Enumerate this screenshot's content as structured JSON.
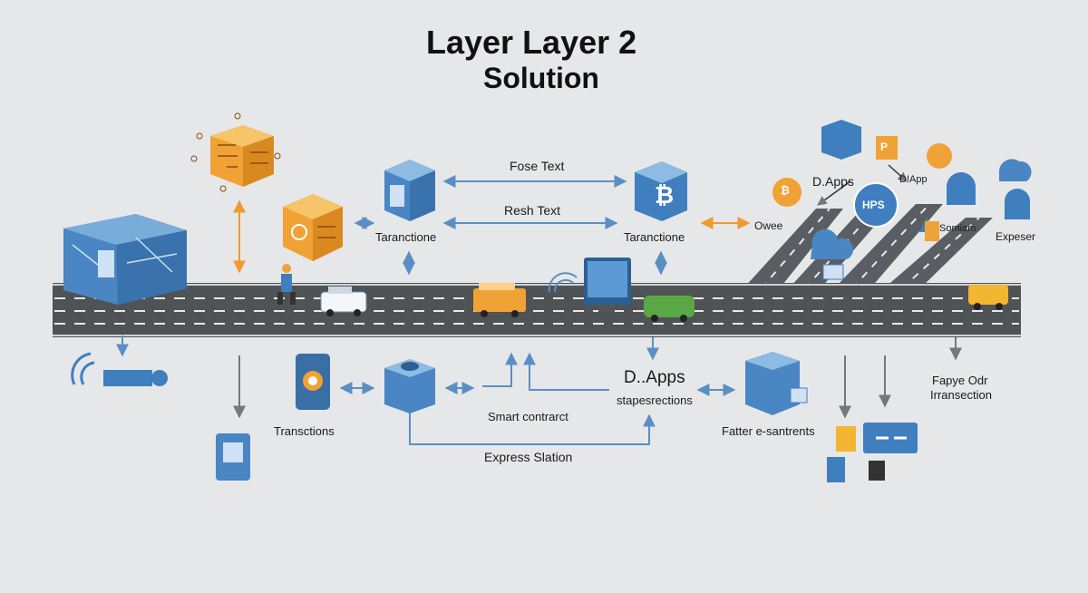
{
  "title": {
    "line1": "Layer  Layer 2",
    "line2": "Solution"
  },
  "labels": {
    "fose_text": "Fose Text",
    "resh_text": "Resh Text",
    "tarancti_left": "Tarancti⁠one",
    "tarancti_right": "Tarancti⁠one",
    "dapps_top": "D.Apps",
    "dapp_small": "D!App",
    "owee": "Owee",
    "somiam": "Somiam",
    "expeser": "Expeser",
    "dapps_mid": "D..Apps",
    "stapesrections": "stapesrections",
    "smart_contract": "Smart contrarct",
    "express_slation": "Express Slation",
    "transctions": "Transctions",
    "fatter": "Fatter e-santrents",
    "fapye_line1": "Fapye Odr",
    "fapye_line2": "Irransection"
  },
  "icons": {
    "bitcoin_glyph": "₿",
    "p_glyph": "P",
    "hps_glyph": "HPS",
    "coin_glyph": "₿"
  },
  "colors": {
    "blue": "#3f7fbf",
    "orange": "#f2a030",
    "road": "#505457",
    "arrow_blue": "#5b8fc4",
    "arrow_orange": "#ef9a2f"
  }
}
